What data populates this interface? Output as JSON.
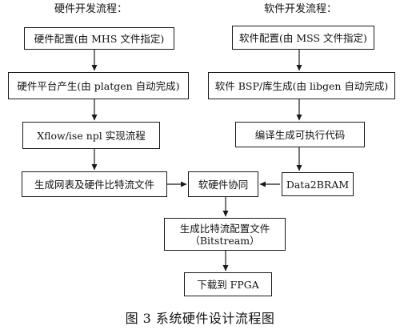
{
  "headers": {
    "hardware": "硬件开发流程：",
    "software": "软件开发流程："
  },
  "nodes": {
    "hw_config": "硬件配置(由 MHS 文件指定)",
    "hw_platform": "硬件平台产生(由 platgen 自动完成)",
    "xflow": "Xflow/ise npl 实现流程",
    "netlist": "生成网表及硬件比特流文件",
    "sw_config": "软件配置(由 MSS 文件指定)",
    "sw_bsp": "软件 BSP/库生成(由 libgen 自动完成)",
    "compile": "编译生成可执行代码",
    "data2bram": "Data2BRAM",
    "cosim": "软硬件协同",
    "bitstream_line1": "生成比特流配置文件",
    "bitstream_line2": "（Bitstream）",
    "download": "下载到 FPGA"
  },
  "caption": "图 3    系统硬件设计流程图"
}
